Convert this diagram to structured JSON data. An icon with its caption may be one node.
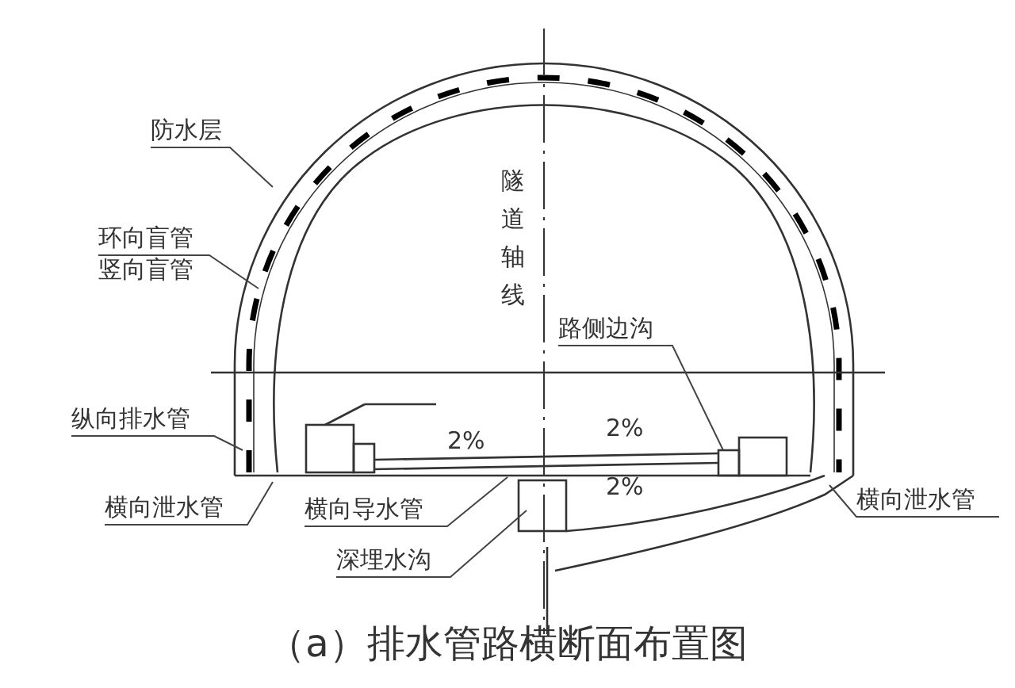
{
  "diagram": {
    "caption": "（a）排水管路横断面布置图",
    "nodes": [
      {
        "text": [
          "防水层"
        ]
      },
      {
        "text": [
          "环向盲管",
          "竖向盲管"
        ]
      },
      {
        "text": [
          "纵向排水管"
        ]
      },
      {
        "text": [
          "横向泄水管"
        ]
      },
      {
        "text": [
          "横向导水管"
        ]
      },
      {
        "text": [
          "深埋水沟"
        ]
      },
      {
        "text": [
          "路侧边沟"
        ]
      },
      {
        "text": [
          "横向泄水管"
        ]
      }
    ],
    "edges": [
      {
        "from": 0,
        "to": null,
        "arrow": "none"
      },
      {
        "from": 1,
        "to": null,
        "arrow": "none"
      },
      {
        "from": 2,
        "to": null,
        "arrow": "none"
      },
      {
        "from": 3,
        "to": null,
        "arrow": "none"
      },
      {
        "from": 4,
        "to": null,
        "arrow": "none"
      },
      {
        "from": 5,
        "to": null,
        "arrow": "none"
      },
      {
        "from": 6,
        "to": null,
        "arrow": "none"
      },
      {
        "from": 7,
        "to": null,
        "arrow": "none"
      }
    ],
    "labels": [
      "隧道轴线",
      "2%",
      "2%",
      "2%"
    ]
  }
}
